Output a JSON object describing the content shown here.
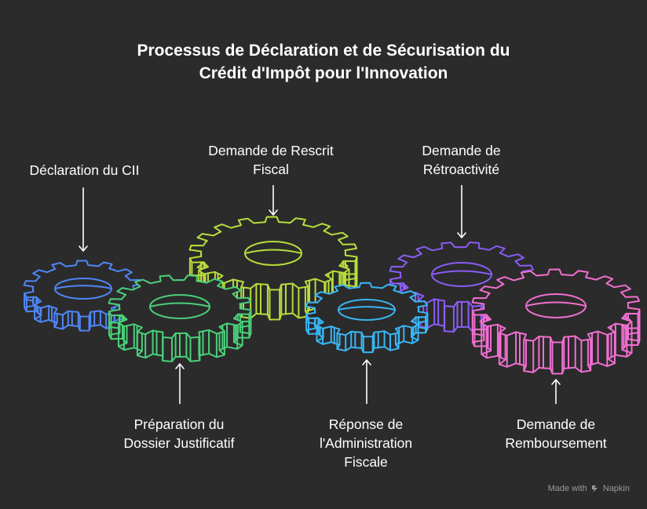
{
  "title": {
    "line1": "Processus de Déclaration et de Sécurisation du",
    "line2": "Crédit d'Impôt pour l'Innovation"
  },
  "steps": [
    {
      "id": "declaration",
      "lines": [
        "Déclaration du CII"
      ],
      "color": "#4f86f7"
    },
    {
      "id": "preparation",
      "lines": [
        "Préparation du",
        "Dossier Justificatif"
      ],
      "color": "#4ad07a"
    },
    {
      "id": "rescrit",
      "lines": [
        "Demande de Rescrit",
        "Fiscal"
      ],
      "color": "#b8dd3c"
    },
    {
      "id": "reponse",
      "lines": [
        "Réponse de",
        "l'Administration",
        "Fiscale"
      ],
      "color": "#39b6f5"
    },
    {
      "id": "retroactivite",
      "lines": [
        "Demande de",
        "Rétroactivité"
      ],
      "color": "#8a5cf6"
    },
    {
      "id": "remboursement",
      "lines": [
        "Demande de",
        "Remboursement"
      ],
      "color": "#f06fd0"
    }
  ],
  "watermark": {
    "prefix": "Made with",
    "brand": "Napkin"
  }
}
